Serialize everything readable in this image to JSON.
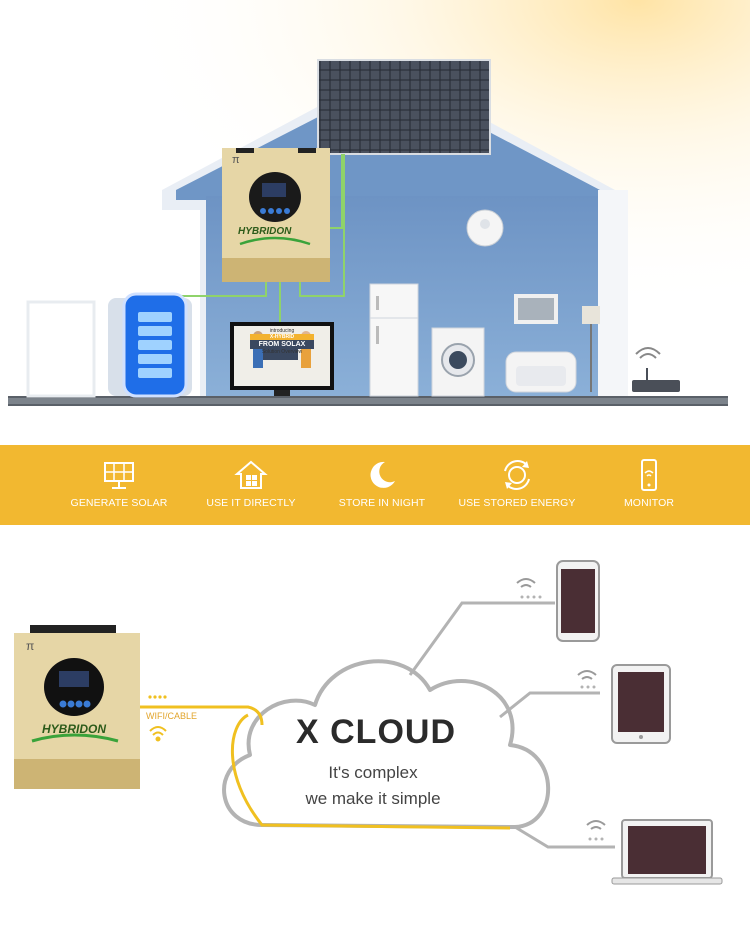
{
  "colors": {
    "accent_band": "#f2b830",
    "house_wall": "#7ea3cf",
    "house_roof": "#6f96c6",
    "inverter_gold": "#d9c48e",
    "cloud_gray": "#b0b0b0",
    "link_yellow": "#f0c020",
    "link_green": "#8fd36a"
  },
  "house": {
    "inverter_brand": "HYBRIDON",
    "inverter_logo_mark": "π",
    "tv_screen_text": [
      "introducing",
      "X-HYBRID",
      "FROM SOLAX",
      "Solution Overview"
    ]
  },
  "features": [
    {
      "icon": "solar-panel-icon",
      "label": "GENERATE SOLAR"
    },
    {
      "icon": "house-icon",
      "label": "USE IT DIRECTLY"
    },
    {
      "icon": "moon-icon",
      "label": "STORE IN NIGHT"
    },
    {
      "icon": "recycle-globe-icon",
      "label": "USE STORED ENERGY"
    },
    {
      "icon": "phone-wifi-icon",
      "label": "MONITOR"
    }
  ],
  "cloud": {
    "title": "X CLOUD",
    "line1": "It's complex",
    "line2": "we make it simple",
    "connection_label": "WIFI/CABLE"
  },
  "devices": [
    {
      "icon": "smartphone-icon"
    },
    {
      "icon": "tablet-icon"
    },
    {
      "icon": "laptop-icon"
    }
  ]
}
